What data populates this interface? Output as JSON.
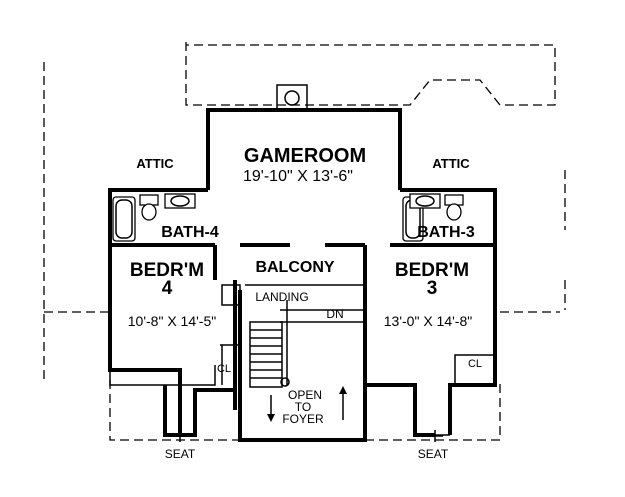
{
  "rooms": {
    "gameroom": {
      "name": "GAMEROOM",
      "size": "19'-10\" X 13'-6\""
    },
    "attic_left": "ATTIC",
    "attic_right": "ATTIC",
    "bath4": "BATH-4",
    "bath3": "BATH-3",
    "balcony": "BALCONY",
    "bedroom4": {
      "name": "BEDR'M",
      "number": "4",
      "size": "10'-8\" X 14'-5\""
    },
    "bedroom3": {
      "name": "BEDR'M",
      "number": "3",
      "size": "13'-0\" X 14'-8\""
    },
    "landing": "LANDING",
    "down": "DN",
    "open_line1": "OPEN",
    "open_line2": "TO",
    "open_line3": "FOYER",
    "closet_left": "CL",
    "closet_right": "CL",
    "seat_left": "SEAT",
    "seat_right": "SEAT"
  },
  "icons": [
    "chimney-icon",
    "bathtub-icon",
    "toilet-icon",
    "sink-icon",
    "stairs-icon",
    "arrow-up-icon",
    "arrow-down-icon"
  ]
}
